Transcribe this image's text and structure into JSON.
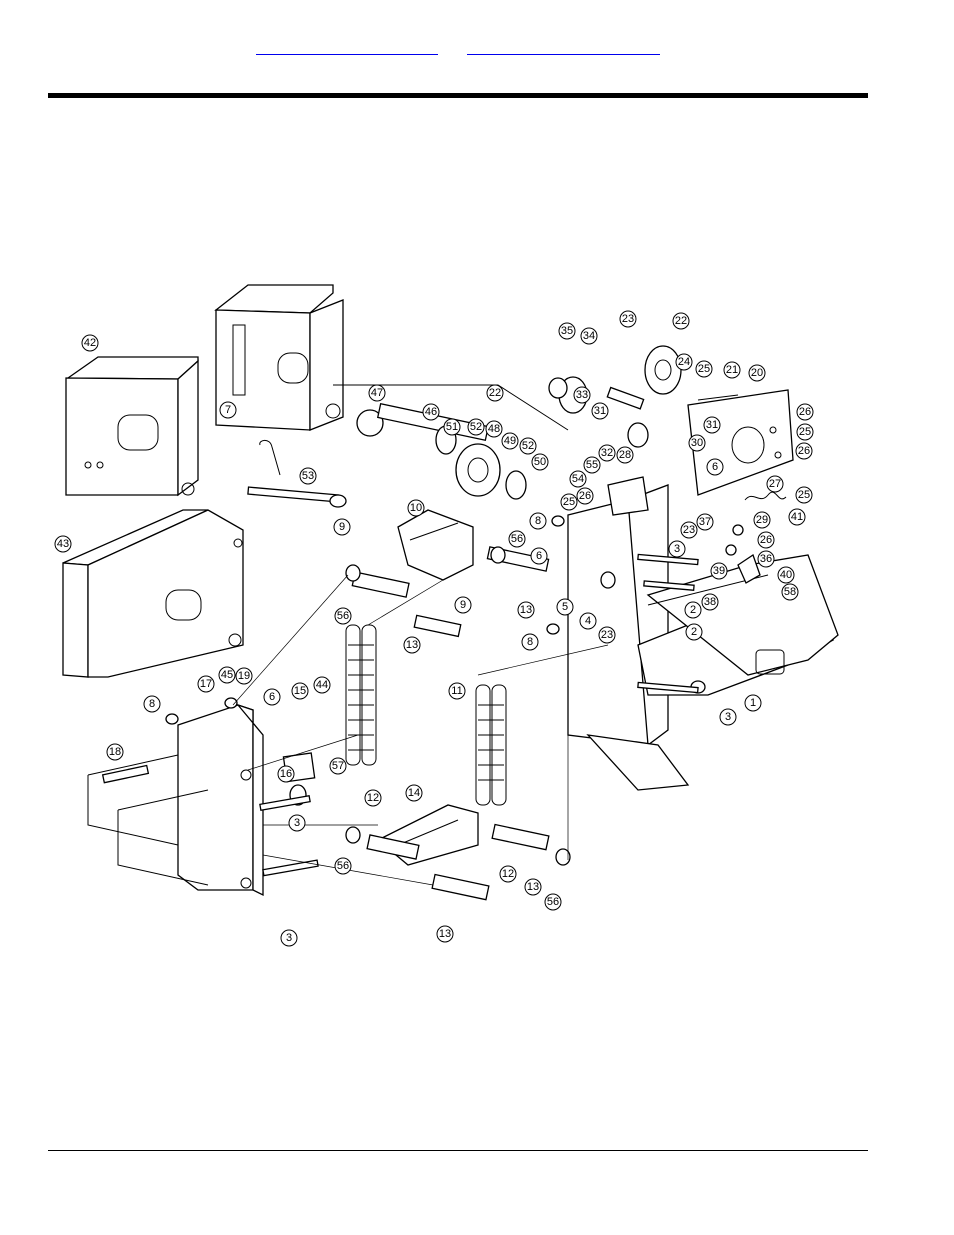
{
  "header": {
    "link_left": "",
    "link_right": ""
  },
  "diagram": {
    "callouts": [
      {
        "n": "42"
      },
      {
        "n": "7"
      },
      {
        "n": "43"
      },
      {
        "n": "53"
      },
      {
        "n": "47"
      },
      {
        "n": "46"
      },
      {
        "n": "51"
      },
      {
        "n": "52"
      },
      {
        "n": "48"
      },
      {
        "n": "49"
      },
      {
        "n": "52"
      },
      {
        "n": "50"
      },
      {
        "n": "22"
      },
      {
        "n": "35"
      },
      {
        "n": "34"
      },
      {
        "n": "23"
      },
      {
        "n": "22"
      },
      {
        "n": "24"
      },
      {
        "n": "25"
      },
      {
        "n": "21"
      },
      {
        "n": "20"
      },
      {
        "n": "33"
      },
      {
        "n": "31"
      },
      {
        "n": "31"
      },
      {
        "n": "26"
      },
      {
        "n": "25"
      },
      {
        "n": "26"
      },
      {
        "n": "32"
      },
      {
        "n": "28"
      },
      {
        "n": "30"
      },
      {
        "n": "6"
      },
      {
        "n": "27"
      },
      {
        "n": "25"
      },
      {
        "n": "55"
      },
      {
        "n": "54"
      },
      {
        "n": "41"
      },
      {
        "n": "29"
      },
      {
        "n": "25"
      },
      {
        "n": "26"
      },
      {
        "n": "8"
      },
      {
        "n": "37"
      },
      {
        "n": "23"
      },
      {
        "n": "26"
      },
      {
        "n": "36"
      },
      {
        "n": "9"
      },
      {
        "n": "10"
      },
      {
        "n": "56"
      },
      {
        "n": "6"
      },
      {
        "n": "3"
      },
      {
        "n": "39"
      },
      {
        "n": "40"
      },
      {
        "n": "38"
      },
      {
        "n": "58"
      },
      {
        "n": "56"
      },
      {
        "n": "13"
      },
      {
        "n": "9"
      },
      {
        "n": "13"
      },
      {
        "n": "5"
      },
      {
        "n": "2"
      },
      {
        "n": "2"
      },
      {
        "n": "4"
      },
      {
        "n": "23"
      },
      {
        "n": "8"
      },
      {
        "n": "1"
      },
      {
        "n": "3"
      },
      {
        "n": "17"
      },
      {
        "n": "45"
      },
      {
        "n": "19"
      },
      {
        "n": "8"
      },
      {
        "n": "6"
      },
      {
        "n": "15"
      },
      {
        "n": "44"
      },
      {
        "n": "11"
      },
      {
        "n": "18"
      },
      {
        "n": "16"
      },
      {
        "n": "57"
      },
      {
        "n": "3"
      },
      {
        "n": "12"
      },
      {
        "n": "14"
      },
      {
        "n": "56"
      },
      {
        "n": "12"
      },
      {
        "n": "13"
      },
      {
        "n": "56"
      },
      {
        "n": "13"
      },
      {
        "n": "3"
      }
    ]
  }
}
